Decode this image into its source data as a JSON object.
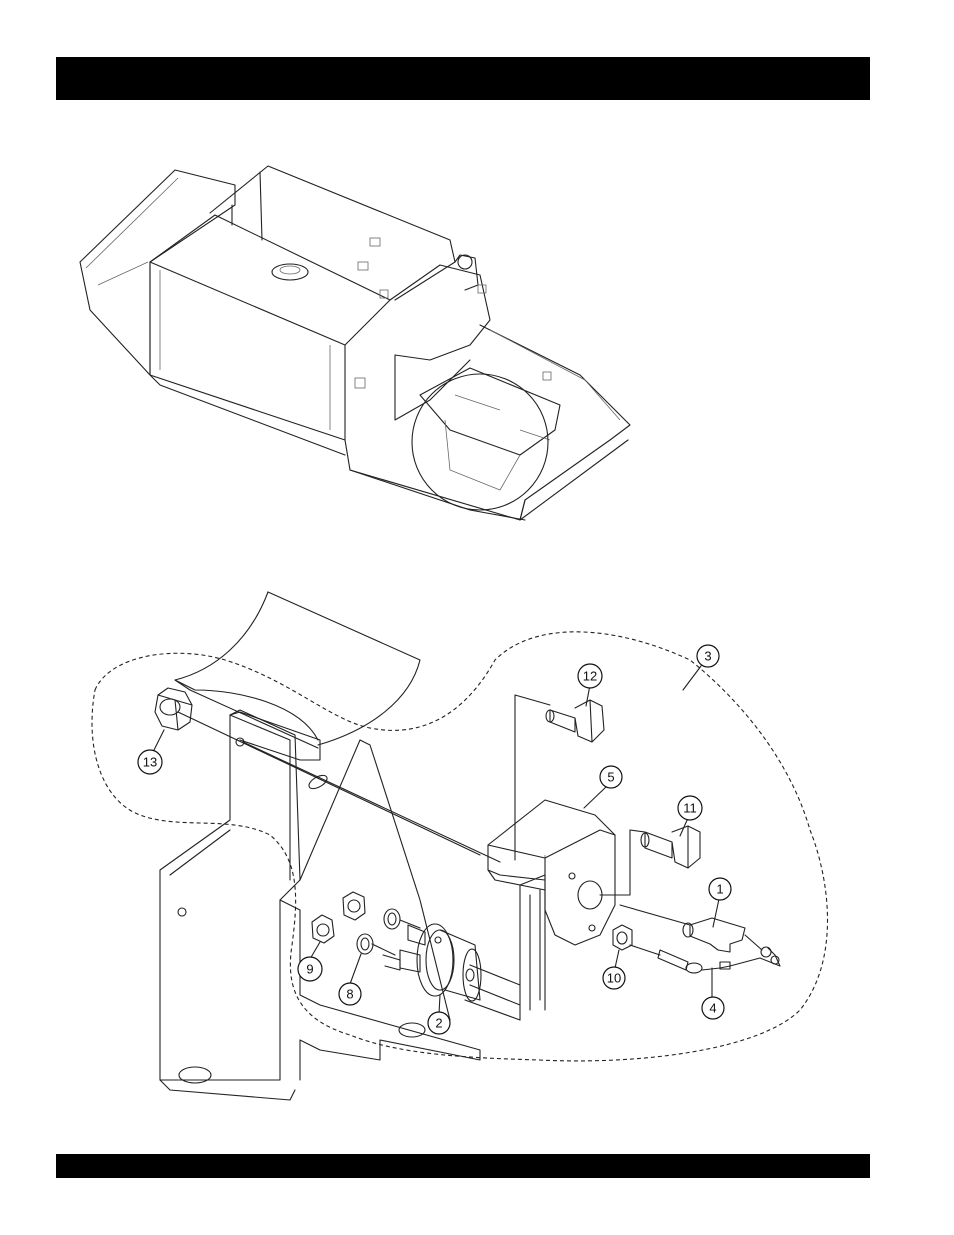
{
  "header_bar": {
    "color": "#000000"
  },
  "footer_bar": {
    "color": "#000000"
  },
  "callouts": [
    {
      "id": "c1",
      "label": "1"
    },
    {
      "id": "c2",
      "label": "2"
    },
    {
      "id": "c3",
      "label": "3"
    },
    {
      "id": "c4",
      "label": "4"
    },
    {
      "id": "c5",
      "label": "5"
    },
    {
      "id": "c8",
      "label": "8"
    },
    {
      "id": "c9",
      "label": "9"
    },
    {
      "id": "c10",
      "label": "10"
    },
    {
      "id": "c11",
      "label": "11"
    },
    {
      "id": "c12",
      "label": "12"
    },
    {
      "id": "c13",
      "label": "13"
    }
  ]
}
